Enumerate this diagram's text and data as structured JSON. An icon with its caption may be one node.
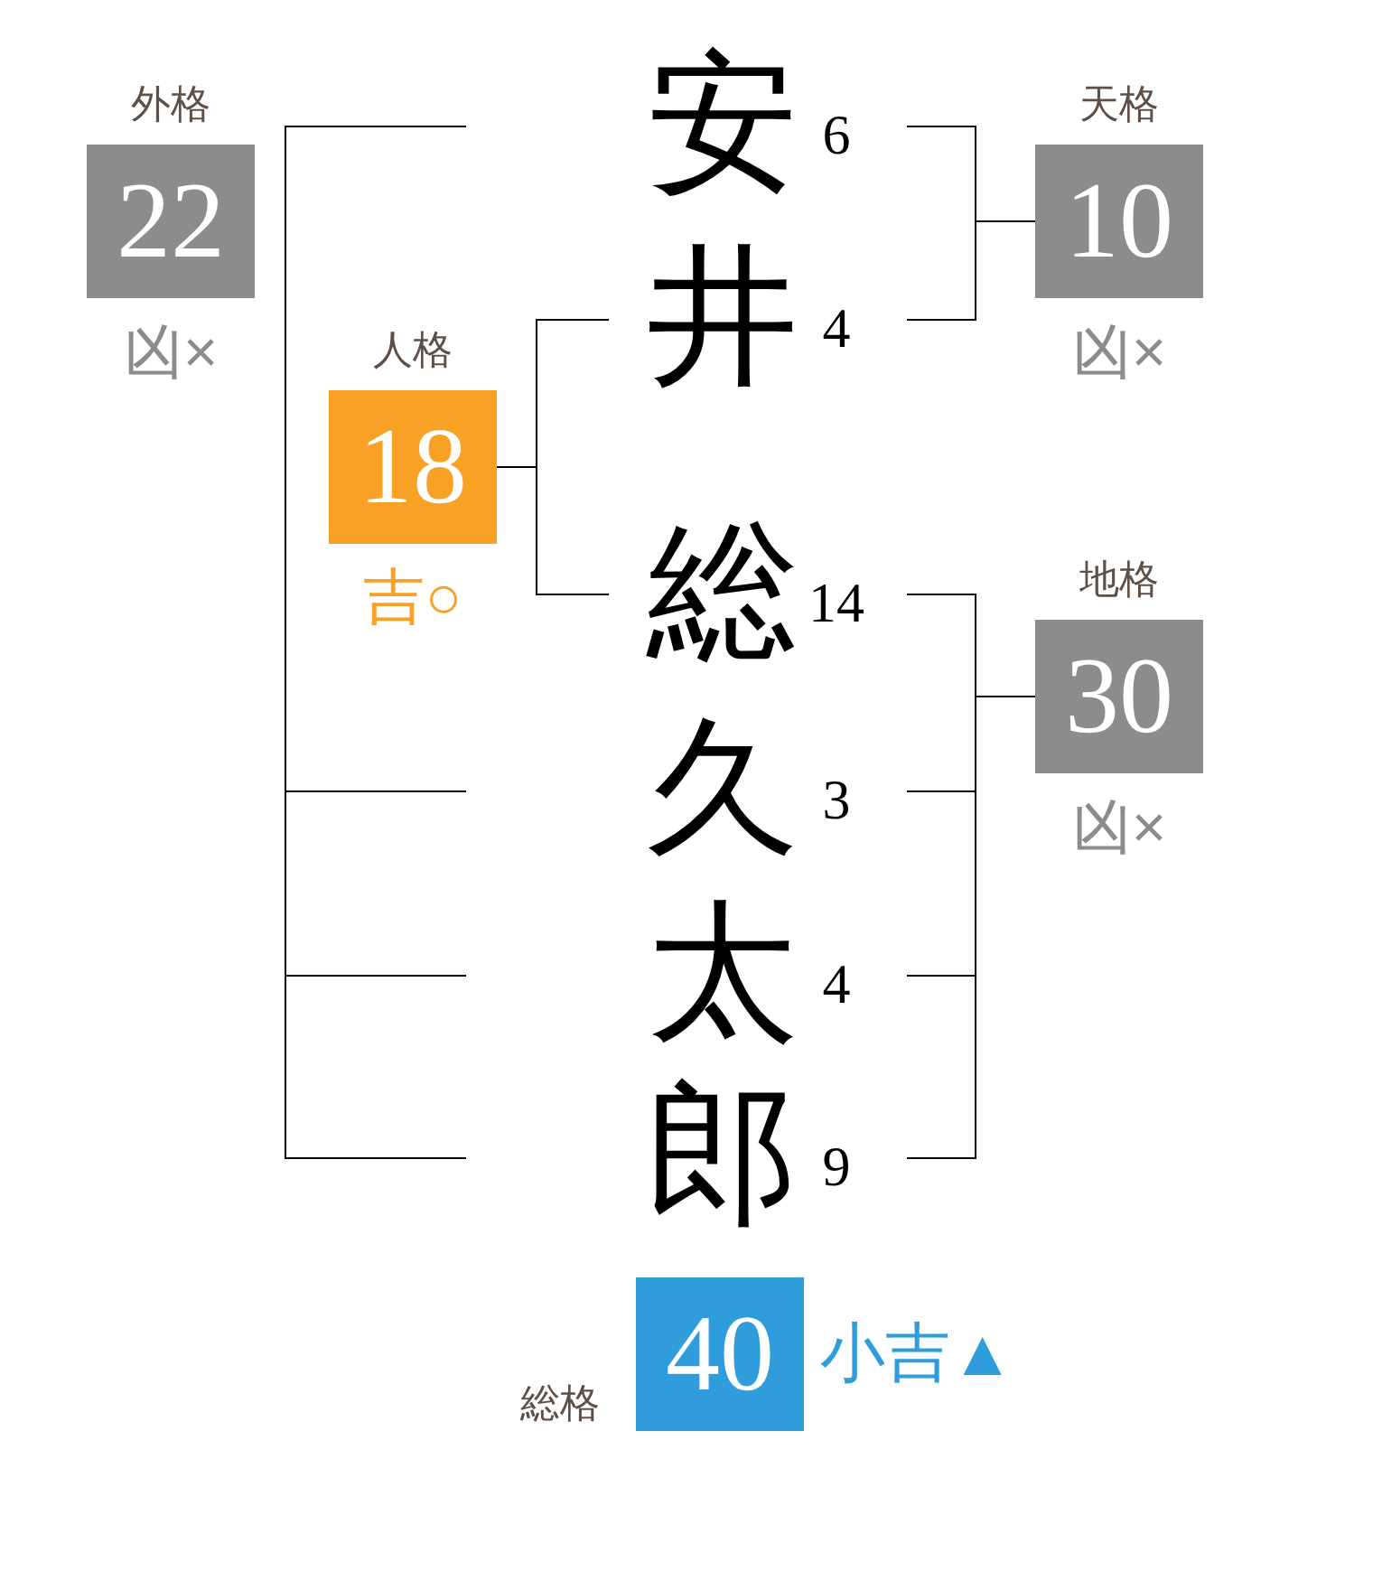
{
  "diagram": {
    "nodes": [
      {
        "text": [
          "外格",
          "22"
        ],
        "beside": [
          "凶×"
        ]
      },
      {
        "text": [
          "天格",
          "10"
        ],
        "beside": [
          "凶×"
        ]
      },
      {
        "text": [
          "安"
        ],
        "beside": [
          "6"
        ]
      },
      {
        "text": [
          "井"
        ],
        "beside": [
          "4"
        ]
      },
      {
        "text": [
          "人格",
          "18"
        ],
        "beside": [
          "吉○"
        ]
      },
      {
        "text": [
          "総"
        ],
        "beside": [
          "14"
        ]
      },
      {
        "text": [
          "地格",
          "30"
        ],
        "beside": [
          "凶×"
        ]
      },
      {
        "text": [
          "久"
        ],
        "beside": [
          "3"
        ]
      },
      {
        "text": [
          "太"
        ],
        "beside": [
          "4"
        ]
      },
      {
        "text": [
          "郎"
        ],
        "beside": [
          "9"
        ]
      },
      {
        "text": [
          "総格",
          "40"
        ],
        "beside": [
          "小吉▲"
        ]
      }
    ],
    "edges": [
      {
        "from": 2,
        "to": 1,
        "arrow": "none"
      },
      {
        "from": 3,
        "to": 1,
        "arrow": "none"
      },
      {
        "from": 3,
        "to": 4,
        "arrow": "none"
      },
      {
        "from": 5,
        "to": 4,
        "arrow": "none"
      },
      {
        "from": 5,
        "to": 6,
        "arrow": "none"
      },
      {
        "from": 7,
        "to": 6,
        "arrow": "none"
      },
      {
        "from": 8,
        "to": 6,
        "arrow": "none"
      },
      {
        "from": 9,
        "to": 6,
        "arrow": "none"
      }
    ]
  }
}
